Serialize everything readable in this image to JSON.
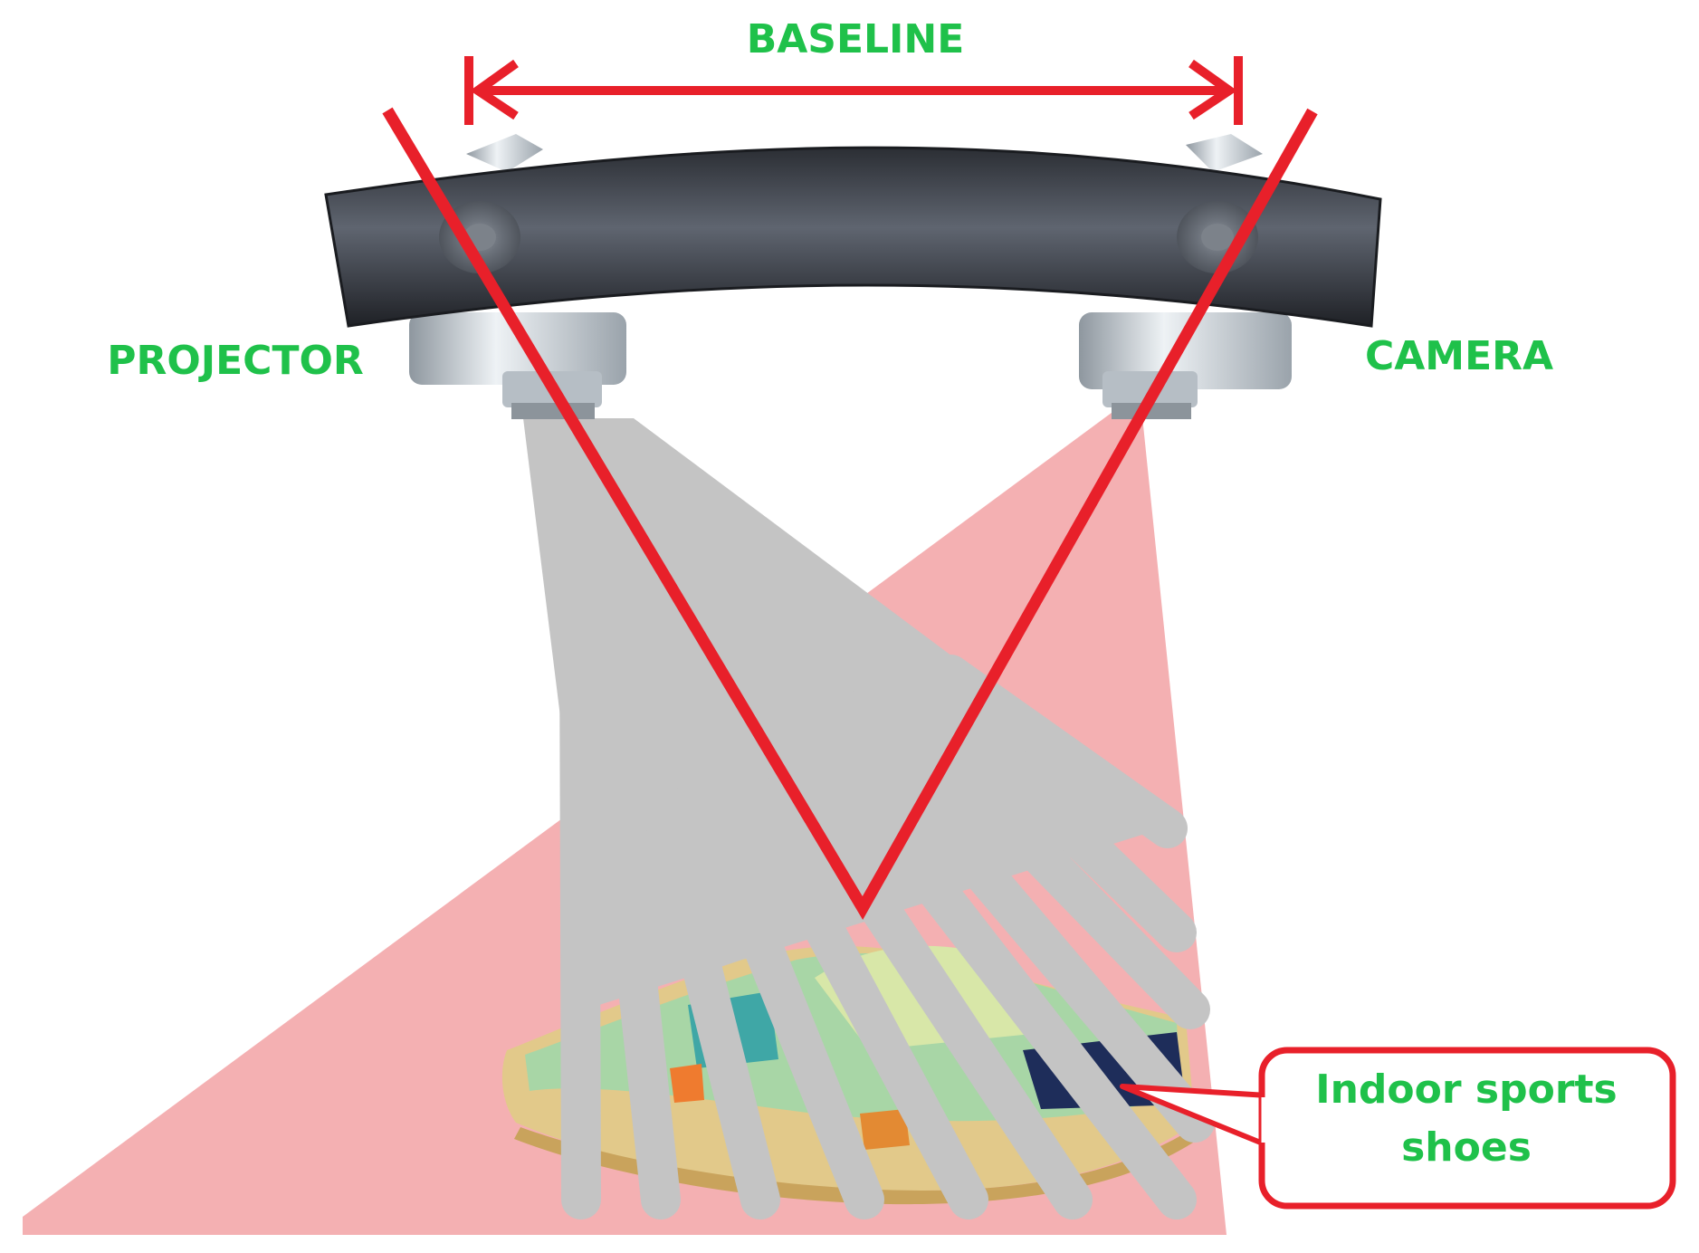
{
  "labels": {
    "baseline": "BASELINE",
    "projector": "PROJECTOR",
    "camera": "CAMERA",
    "callout_line1": "Indoor sports",
    "callout_line2": "shoes"
  },
  "colors": {
    "label_green": "#1fc14a",
    "triangulation_red": "#e8202a",
    "camera_fov_pink": "#f4b0b2",
    "projector_light_gray": "#c4c4c4",
    "device_body": "#4d525c",
    "lens_housing": "#cfd6dd"
  },
  "icons": {
    "device": "structured-light-scanner",
    "object": "sports-shoe"
  }
}
